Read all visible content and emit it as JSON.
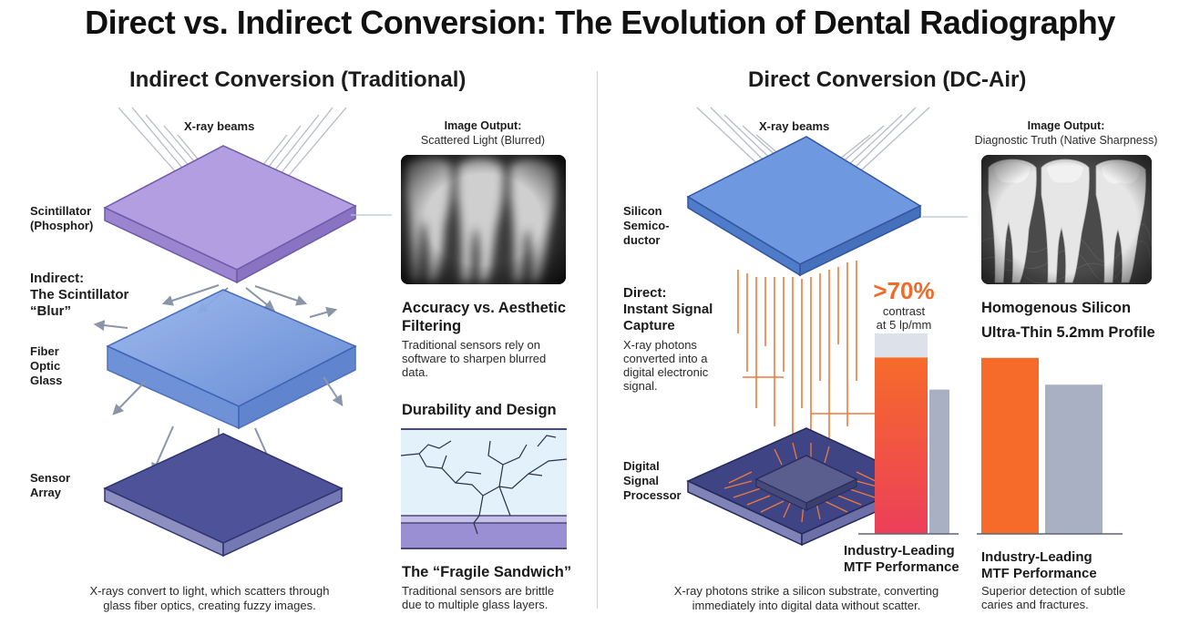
{
  "title": "Direct vs. Indirect Conversion: The Evolution of Dental Radiography",
  "left": {
    "section_title": "Indirect Conversion (Traditional)",
    "beams_label": "X-ray beams",
    "layer1_label": [
      "Scintillator",
      "(Phosphor)"
    ],
    "blur_label": [
      "Indirect:",
      "The Scintillator",
      "“Blur”"
    ],
    "layer2_label": [
      "Fiber",
      "Optic",
      "Glass"
    ],
    "layer3_label": [
      "Sensor",
      "Array"
    ],
    "footer": [
      "X-rays convert to light, which scatters through",
      "glass fiber optics, creating fuzzy images."
    ],
    "output_title": "Image Output:",
    "output_sub": "Scattered Light (Blurred)",
    "heading1": [
      "Accuracy vs. Aesthetic",
      "Filtering"
    ],
    "body1": [
      "Traditional sensors rely on",
      "software to sharpen blurred",
      "data."
    ],
    "heading2": "Durability and Design",
    "heading3": "The “Fragile Sandwich”",
    "body3": [
      "Traditional sensors are brittle",
      "due to multiple glass layers."
    ]
  },
  "right": {
    "section_title": "Direct Conversion (DC-Air)",
    "beams_label": "X-ray beams",
    "layer1_label": [
      "Silicon",
      "Semico-",
      "ductor"
    ],
    "direct_label": [
      "Direct:",
      "Instant Signal",
      "Capture"
    ],
    "direct_body": [
      "X-ray photons",
      "converted into a",
      "digital electronic",
      "signal."
    ],
    "layer2_label": [
      "Digital",
      "Signal",
      "Processor"
    ],
    "footer": [
      "X-ray photons strike a silicon substrate, converting",
      "immediately into digital data without scatter."
    ],
    "output_title": "Image Output:",
    "output_sub": "Diagnostic Truth (Native Sharpness)",
    "percent": ">70%",
    "percent_sub": [
      "contrast",
      "at 5 lp/mm"
    ],
    "mtf_label1": [
      "Industry-Leading",
      "MTF Performance"
    ],
    "heading1": "Homogenous Silicon",
    "heading2": "Ultra-Thin 5.2mm Profile",
    "mtf_label2": [
      "Industry-Leading",
      "MTF Performance"
    ],
    "body2": [
      "Superior detection of subtle",
      "caries and fractures."
    ]
  },
  "colors": {
    "scintillator": "#a88fd6",
    "glass": "#6f95dc",
    "sensor": "#4a4f97",
    "silicon": "#5b8ad8",
    "orange": "#f5672b",
    "gray_bar": "#a9b0c4"
  },
  "bars": {
    "chart1": [
      {
        "name": "direct",
        "value": 0.88
      },
      {
        "name": "indirect",
        "value": 0.72
      },
      {
        "name": "cap",
        "value": 1.0
      }
    ],
    "chart2": [
      {
        "name": "direct",
        "value": 0.92
      },
      {
        "name": "indirect",
        "value": 0.78
      }
    ]
  }
}
